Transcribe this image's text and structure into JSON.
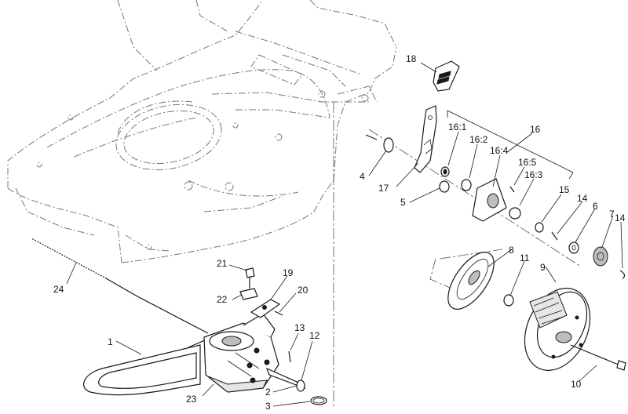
{
  "diagram": {
    "callouts": [
      {
        "id": "1",
        "text": "1"
      },
      {
        "id": "2",
        "text": "2"
      },
      {
        "id": "3",
        "text": "3"
      },
      {
        "id": "4",
        "text": "4"
      },
      {
        "id": "5",
        "text": "5"
      },
      {
        "id": "6",
        "text": "6"
      },
      {
        "id": "7",
        "text": "7"
      },
      {
        "id": "8",
        "text": "8"
      },
      {
        "id": "9",
        "text": "9"
      },
      {
        "id": "10",
        "text": "10"
      },
      {
        "id": "11",
        "text": "11"
      },
      {
        "id": "12",
        "text": "12"
      },
      {
        "id": "13",
        "text": "13"
      },
      {
        "id": "14a",
        "text": "14"
      },
      {
        "id": "14b",
        "text": "14"
      },
      {
        "id": "15",
        "text": "15"
      },
      {
        "id": "16",
        "text": "16"
      },
      {
        "id": "16_1",
        "text": "16:1"
      },
      {
        "id": "16_2",
        "text": "16:2"
      },
      {
        "id": "16_3",
        "text": "16:3"
      },
      {
        "id": "16_4",
        "text": "16:4"
      },
      {
        "id": "16_5",
        "text": "16:5"
      },
      {
        "id": "17",
        "text": "17"
      },
      {
        "id": "18",
        "text": "18"
      },
      {
        "id": "19",
        "text": "19"
      },
      {
        "id": "20",
        "text": "20"
      },
      {
        "id": "21",
        "text": "21"
      },
      {
        "id": "22",
        "text": "22"
      },
      {
        "id": "23",
        "text": "23"
      },
      {
        "id": "24",
        "text": "24"
      }
    ]
  }
}
